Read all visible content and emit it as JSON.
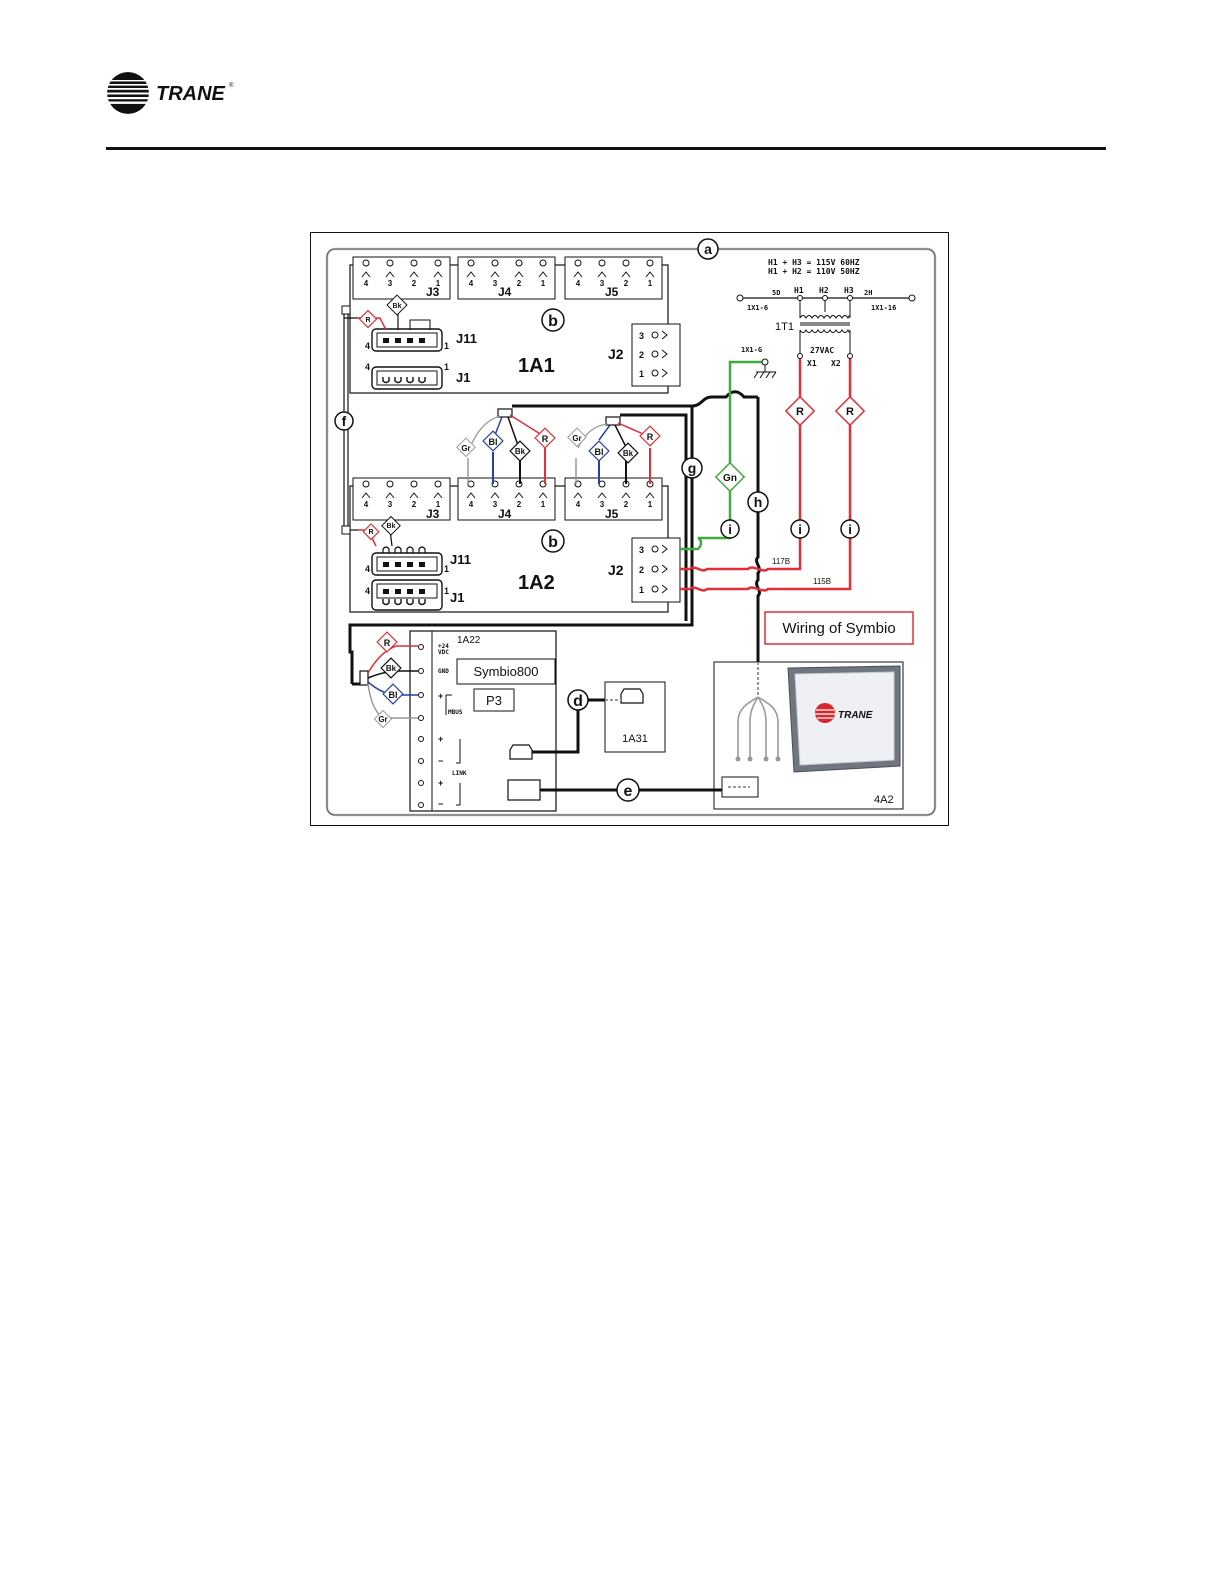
{
  "header": {
    "brand": "TRANE",
    "brand_mark": "®"
  },
  "colors": {
    "red": "#e0303a",
    "green": "#3faa3f",
    "blue": "#2a3fa6",
    "gray": "#9a9a9a",
    "black": "#111111"
  },
  "diagram": {
    "callout_a": "a",
    "callout_b1": "b",
    "callout_b2": "b",
    "callout_d": "d",
    "callout_e": "e",
    "callout_f": "f",
    "callout_g": "g",
    "callout_h": "h",
    "callout_i1": "i",
    "callout_i2": "i",
    "callout_i3": "i",
    "transformer_note_1": "H1 + H3 = 115V 60HZ",
    "transformer_note_2": "H1 + H2 = 110V 50HZ",
    "board_1": "1A1",
    "board_2": "1A2",
    "j3": "J3",
    "j4": "J4",
    "j5": "J5",
    "j11": "J11",
    "j1": "J1",
    "j2": "J2",
    "pins_4321": [
      "4",
      "3",
      "2",
      "1"
    ],
    "pins_321": [
      "3",
      "2",
      "1"
    ],
    "pin_4": "4",
    "pin_1": "1",
    "wire_r": "R",
    "wire_bk": "Bk",
    "wire_bl": "Bl",
    "wire_gr": "Gr",
    "wire_gn": "Gn",
    "transformer": {
      "label": "1T1",
      "voltage": "27VAC",
      "h1": "H1",
      "h2": "H2",
      "h3": "H3",
      "x1": "X1",
      "x2": "X2",
      "5d": "5D",
      "2h": "2H",
      "term_left": "1X1-6",
      "term_right": "1X1-16",
      "ground": "1X1-G"
    },
    "wire_117b": "117B",
    "wire_115b": "115B",
    "caption": "Wiring of Symbio",
    "module_1a22": "1A22",
    "pin_24vdc_1": "+24",
    "pin_24vdc_2": "VDC",
    "pin_gnd": "GND",
    "pin_plus": "+",
    "pin_minus": "−",
    "mbus": "MBUS",
    "link": "LINK",
    "symbio800": "Symbio800",
    "p3": "P3",
    "module_1a31": "1A31",
    "module_4a2": "4A2",
    "screen_brand": "TRANE"
  }
}
